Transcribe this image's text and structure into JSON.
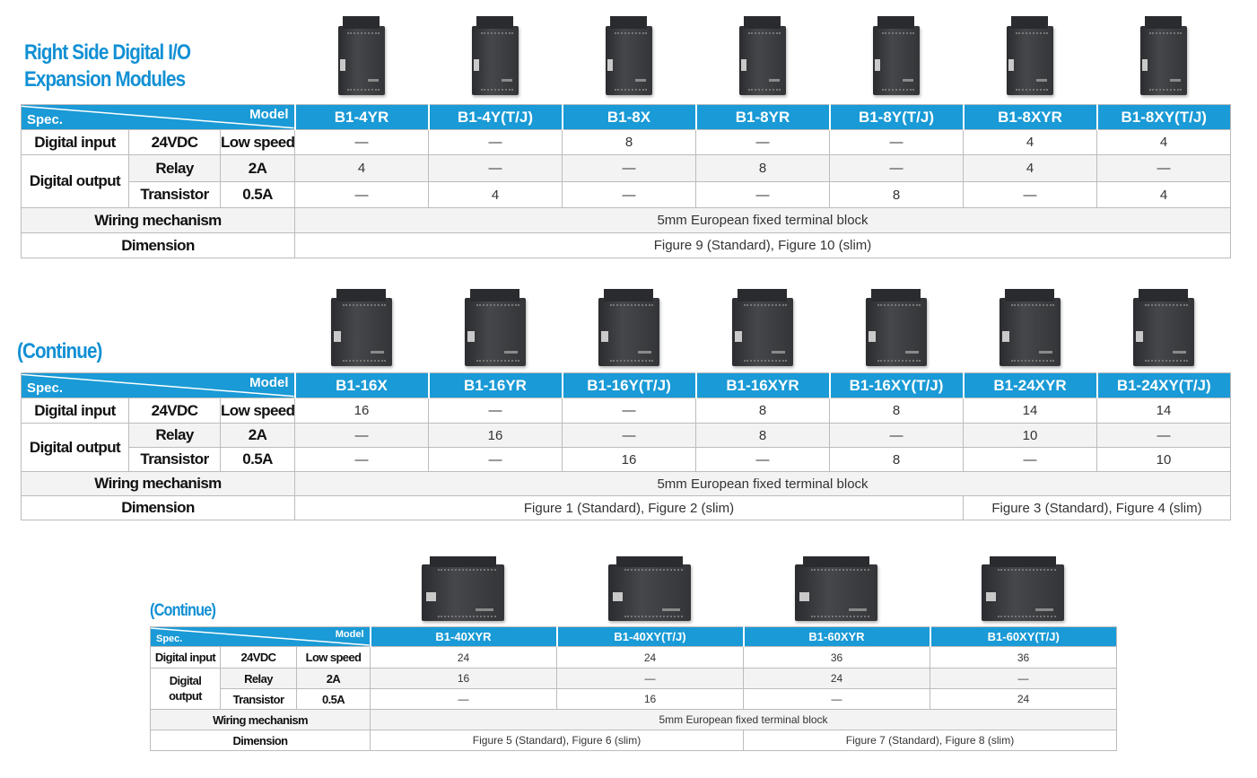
{
  "title": {
    "line1": "Right Side Digital I/O",
    "line2": "Expansion Modules"
  },
  "continue_label": "(Continue)",
  "row_labels": {
    "spec": "Spec.",
    "model": "Model",
    "digital_input": "Digital input",
    "vdc": "24VDC",
    "low_speed": "Low speed",
    "digital_output": "Digital output",
    "digital_output_l1": "Digital",
    "digital_output_l2": "output",
    "relay": "Relay",
    "relay_rating": "2A",
    "transistor": "Transistor",
    "transistor_rating": "0.5A",
    "wiring": "Wiring mechanism",
    "dimension": "Dimension"
  },
  "tables": [
    {
      "models": [
        "B1-4YR",
        "B1-4Y(T/J)",
        "B1-8X",
        "B1-8YR",
        "B1-8Y(T/J)",
        "B1-8XYR",
        "B1-8XY(T/J)"
      ],
      "digital_input": [
        "—",
        "—",
        "8",
        "—",
        "—",
        "4",
        "4"
      ],
      "relay": [
        "4",
        "—",
        "—",
        "8",
        "—",
        "4",
        "—"
      ],
      "transistor": [
        "—",
        "4",
        "—",
        "—",
        "8",
        "—",
        "4"
      ],
      "wiring": "5mm European fixed terminal block",
      "dimension": [
        "Figure 9 (Standard), Figure 10 (slim)"
      ]
    },
    {
      "models": [
        "B1-16X",
        "B1-16YR",
        "B1-16Y(T/J)",
        "B1-16XYR",
        "B1-16XY(T/J)",
        "B1-24XYR",
        "B1-24XY(T/J)"
      ],
      "digital_input": [
        "16",
        "—",
        "—",
        "8",
        "8",
        "14",
        "14"
      ],
      "relay": [
        "—",
        "16",
        "—",
        "8",
        "—",
        "10",
        "—"
      ],
      "transistor": [
        "—",
        "—",
        "16",
        "—",
        "8",
        "—",
        "10"
      ],
      "wiring": "5mm European fixed terminal block",
      "dimension": [
        "Figure 1 (Standard), Figure 2 (slim)",
        "Figure 3 (Standard), Figure 4 (slim)"
      ]
    },
    {
      "models": [
        "B1-40XYR",
        "B1-40XY(T/J)",
        "B1-60XYR",
        "B1-60XY(T/J)"
      ],
      "digital_input": [
        "24",
        "24",
        "36",
        "36"
      ],
      "relay": [
        "16",
        "—",
        "24",
        "—"
      ],
      "transistor": [
        "—",
        "16",
        "—",
        "24"
      ],
      "wiring": "5mm European fixed terminal block",
      "dimension": [
        "Figure 5 (Standard), Figure 6 (slim)",
        "Figure 7 (Standard), Figure 8 (slim)"
      ]
    }
  ]
}
